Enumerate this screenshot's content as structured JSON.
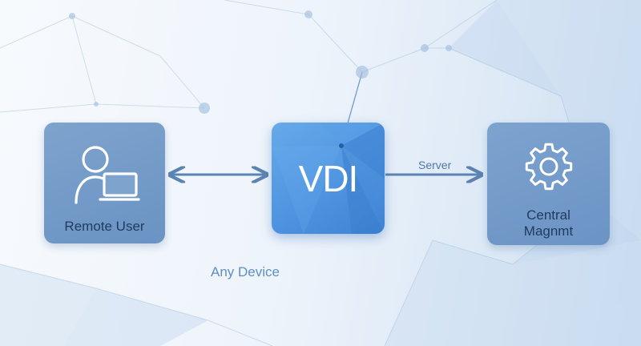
{
  "nodes": {
    "remote_user": {
      "label": "Remote User",
      "icon": "user-laptop-icon"
    },
    "vdi": {
      "label": "VDI"
    },
    "central": {
      "label": "Central\nMagnmt",
      "icon": "gear-icon"
    }
  },
  "edge_labels": {
    "server": "Server",
    "any_device": "Any Device"
  },
  "colors": {
    "card_fill": "#7199c7",
    "vdi_fill": "#4f95e0",
    "connector": "#5b84b3",
    "label_text": "#1f3b5e",
    "background": "#eef4fb"
  }
}
